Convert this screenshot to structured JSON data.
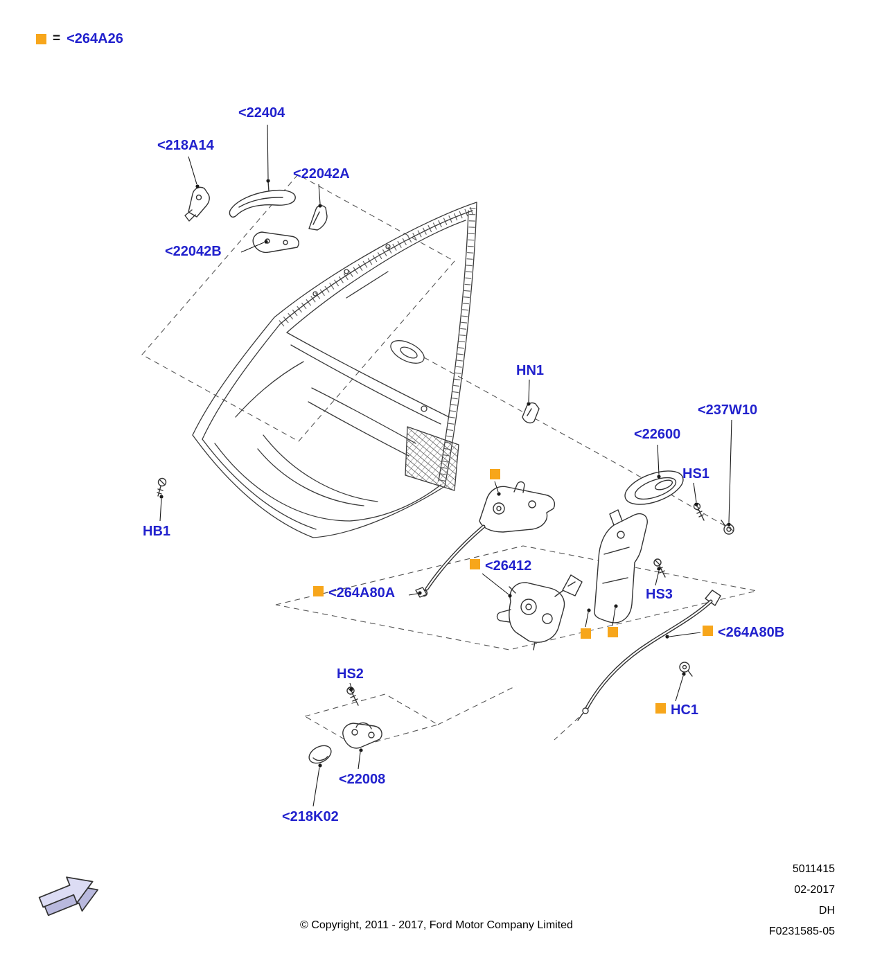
{
  "legend": {
    "equals": "=",
    "label": "<264A26"
  },
  "labels": {
    "l22404": {
      "text": "<22404"
    },
    "l218A14": {
      "text": "<218A14"
    },
    "l22042A": {
      "text": "<22042A"
    },
    "l22042B": {
      "text": "<22042B"
    },
    "hn1": {
      "text": "HN1"
    },
    "l237W10": {
      "text": "<237W10"
    },
    "l22600": {
      "text": "<22600"
    },
    "hs1": {
      "text": "HS1"
    },
    "hb1": {
      "text": "HB1"
    },
    "l26412": {
      "text": "<26412",
      "marker": true
    },
    "l264A80A": {
      "text": "<264A80A",
      "marker": true
    },
    "hs3": {
      "text": "HS3"
    },
    "l264A80B": {
      "text": "<264A80B",
      "marker": true
    },
    "hs2": {
      "text": "HS2"
    },
    "hc1": {
      "text": "HC1",
      "marker": true
    },
    "l22008": {
      "text": "<22008"
    },
    "l218K02": {
      "text": "<218K02"
    }
  },
  "footer": {
    "copyright": "© Copyright, 2011 - 2017, Ford Motor Company Limited",
    "part_number": "5011415",
    "date": "02-2017",
    "code": "DH",
    "figure_number": "F0231585-05"
  },
  "colors": {
    "label_blue": "#2121cd",
    "marker_orange": "#f7a61b",
    "line_art": "#3b3b3b"
  }
}
